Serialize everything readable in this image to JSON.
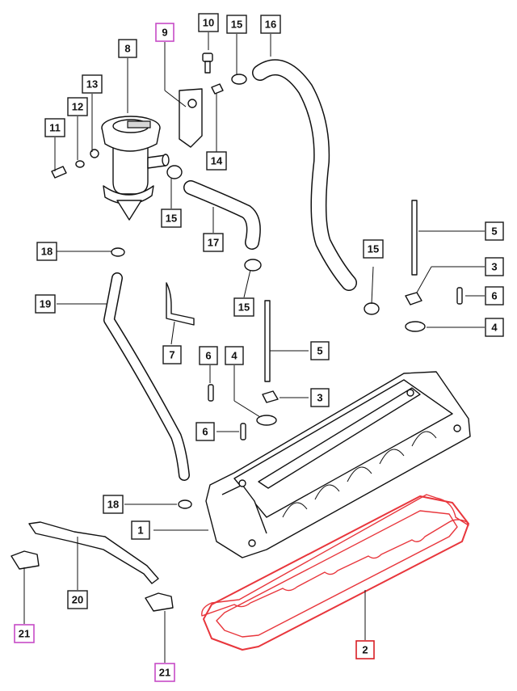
{
  "diagram": {
    "accent_colors": {
      "highlight_part": "#e8363c",
      "highlight_box": "#d81e24",
      "magenta_box": "#c64bc6",
      "normal_box": "#1a1a1a"
    },
    "callouts": [
      {
        "id": "c1",
        "label": "1",
        "style": "normal"
      },
      {
        "id": "c2",
        "label": "2",
        "style": "red"
      },
      {
        "id": "c3a",
        "label": "3",
        "style": "normal"
      },
      {
        "id": "c3b",
        "label": "3",
        "style": "normal"
      },
      {
        "id": "c4a",
        "label": "4",
        "style": "normal"
      },
      {
        "id": "c4b",
        "label": "4",
        "style": "normal"
      },
      {
        "id": "c5a",
        "label": "5",
        "style": "normal"
      },
      {
        "id": "c5b",
        "label": "5",
        "style": "normal"
      },
      {
        "id": "c6a",
        "label": "6",
        "style": "normal"
      },
      {
        "id": "c6b",
        "label": "6",
        "style": "normal"
      },
      {
        "id": "c6c",
        "label": "6",
        "style": "normal"
      },
      {
        "id": "c7",
        "label": "7",
        "style": "normal"
      },
      {
        "id": "c8",
        "label": "8",
        "style": "normal"
      },
      {
        "id": "c9",
        "label": "9",
        "style": "magenta"
      },
      {
        "id": "c10",
        "label": "10",
        "style": "normal"
      },
      {
        "id": "c11",
        "label": "11",
        "style": "normal"
      },
      {
        "id": "c12",
        "label": "12",
        "style": "normal"
      },
      {
        "id": "c13",
        "label": "13",
        "style": "normal"
      },
      {
        "id": "c14",
        "label": "14",
        "style": "normal"
      },
      {
        "id": "c15a",
        "label": "15",
        "style": "normal"
      },
      {
        "id": "c15b",
        "label": "15",
        "style": "normal"
      },
      {
        "id": "c15c",
        "label": "15",
        "style": "normal"
      },
      {
        "id": "c15d",
        "label": "15",
        "style": "normal"
      },
      {
        "id": "c16",
        "label": "16",
        "style": "normal"
      },
      {
        "id": "c17",
        "label": "17",
        "style": "normal"
      },
      {
        "id": "c18a",
        "label": "18",
        "style": "normal"
      },
      {
        "id": "c18b",
        "label": "18",
        "style": "normal"
      },
      {
        "id": "c19",
        "label": "19",
        "style": "normal"
      },
      {
        "id": "c20",
        "label": "20",
        "style": "normal"
      },
      {
        "id": "c21a",
        "label": "21",
        "style": "magenta"
      },
      {
        "id": "c21b",
        "label": "21",
        "style": "magenta"
      }
    ]
  }
}
